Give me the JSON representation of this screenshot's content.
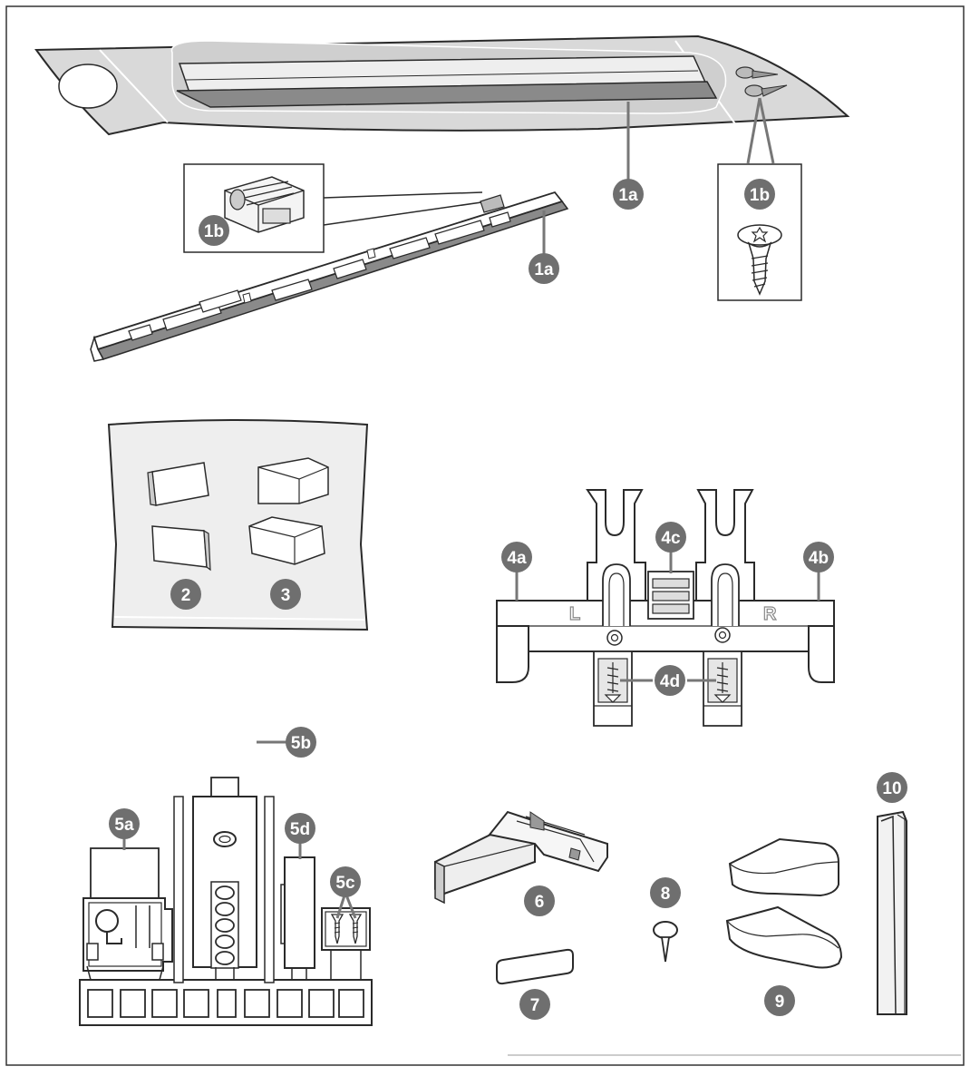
{
  "callouts": {
    "c1a_bag": "1a",
    "c1b_bag": "1b",
    "c1b_clip": "1b",
    "c1a_rail": "1a",
    "c2": "2",
    "c3": "3",
    "c4a": "4a",
    "c4b": "4b",
    "c4c": "4c",
    "c4d": "4d",
    "c5a": "5a",
    "c5b": "5b",
    "c5c": "5c",
    "c5d": "5d",
    "c6": "6",
    "c7": "7",
    "c8": "8",
    "c9": "9",
    "c10": "10"
  },
  "bracket_labels": {
    "left": "L",
    "right": "R"
  }
}
